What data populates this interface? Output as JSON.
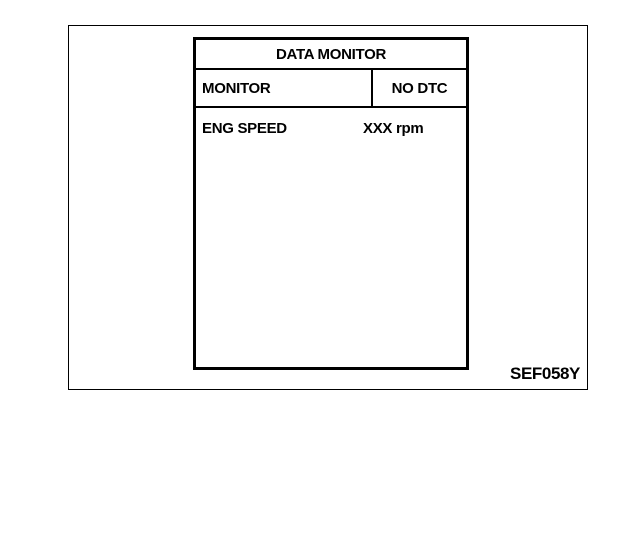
{
  "screen": {
    "title": "DATA MONITOR",
    "status_left": "MONITOR",
    "status_right": "NO DTC",
    "items": [
      {
        "name": "ENG SPEED",
        "value": "XXX rpm"
      }
    ]
  },
  "figure_code": "SEF058Y"
}
